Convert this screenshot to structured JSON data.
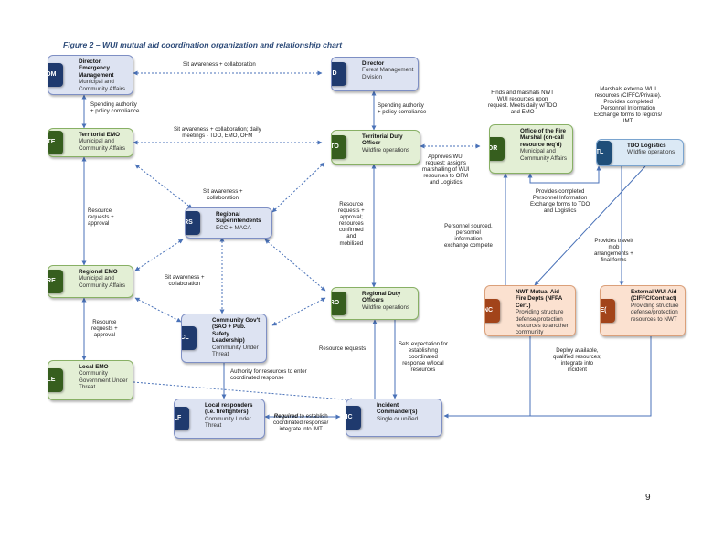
{
  "title": "Figure 2 – WUI mutual aid coordination organization and relationship chart",
  "page_number": "9",
  "colors": {
    "blue": "#1f3a6e",
    "green": "#365e1e",
    "sky": "#1f4e79",
    "peach": "#a2441a",
    "line": "#4a72b8"
  },
  "nodes": {
    "dm": {
      "code": "DM",
      "title": "Director, Emergency Management",
      "sub": "Municipal and Community Affairs"
    },
    "d": {
      "code": "D",
      "title": "Director",
      "sub": "Forest Management Division"
    },
    "te": {
      "code": "TE",
      "title": "Territorial EMO",
      "sub": "Municipal and Community Affairs"
    },
    "to": {
      "code": "TO",
      "title": "Territorial Duty Officer",
      "sub": "Wildfire operations"
    },
    "or": {
      "code": "OR",
      "title": "Office of the Fire Marshal (on-call resource req'd)",
      "sub": "Municipal and Community Affairs"
    },
    "tl": {
      "code": "TL",
      "title": "TDO Logistics",
      "sub": "Wildfire operations"
    },
    "rs": {
      "code": "RS",
      "title": "Regional Superintendents",
      "sub": "ECC + MACA"
    },
    "re": {
      "code": "RE",
      "title": "Regional EMO",
      "sub": "Municipal and Community Affairs"
    },
    "ro": {
      "code": "RO",
      "title": "Regional Duty Officers",
      "sub": "Wildfire operations"
    },
    "cl": {
      "code": "CL",
      "title": "Community Gov't (SAO + Pub. Safety Leadership)",
      "sub": "Community Under Threat"
    },
    "nc": {
      "code": "NC",
      "title": "NWT Mutual Aid Fire Depts (NFPA Cert.)",
      "sub": "Providing structure defense/protection resources to another community"
    },
    "ea": {
      "code": "E(",
      "title": "External WUI Aid (CIFFC/Contract)",
      "sub": "Providing structure defense/protection resources to NWT"
    },
    "le": {
      "code": "LE",
      "title": "Local EMO",
      "sub": "Community Government Under Threat"
    },
    "lf": {
      "code": "LF",
      "title": "Local responders (i.e. firefighters)",
      "sub": "Community Under Threat"
    },
    "ic": {
      "code": "IC",
      "title": "Incident Commander(s)",
      "sub": "Single or unified"
    }
  },
  "labels": {
    "dm_d": "Sit awareness + collaboration",
    "dm_te": [
      "Spending authority",
      "+ policy compliance"
    ],
    "d_to": [
      "Spending authority",
      "+ policy compliance"
    ],
    "te_to": [
      "Sit awareness + collaboration; daily",
      "meetings - TDO, EMO, OFM"
    ],
    "or_top": [
      "Finds and marshals NWT",
      "WUI resources upon",
      "request. Meets daily w/TDO",
      "and EMO"
    ],
    "tl_top": [
      "Marshals external WUI",
      "resources (CIFFC/Private).",
      "Provides completed",
      "Personnel Information",
      "Exchange forms to regions/",
      "IMT"
    ],
    "to_or": [
      "Approves WUI",
      "request; assigns",
      "marshalling of WUI",
      "resources to OFM",
      "and Logistics"
    ],
    "te_rs": [
      "Sit awareness +",
      "collaboration"
    ],
    "te_re": [
      "Resource",
      "requests +",
      "approval"
    ],
    "rs_to": [
      "Resource",
      "requests +",
      "approval;",
      "resources",
      "confirmed",
      "and",
      "mobilized"
    ],
    "or_tl": [
      "Provides completed",
      "Personnel Information",
      "Exchange forms to TDO",
      "and Logistics"
    ],
    "nc_or": [
      "Personnel sourced,",
      "personnel",
      "information",
      "exchange complete"
    ],
    "tl_nc": [
      "Provides travel/",
      "mob",
      "arrangements +",
      "final forms"
    ],
    "re_cl": [
      "Sit awareness +",
      "collaboration"
    ],
    "re_le": [
      "Resource",
      "requests +",
      "approval"
    ],
    "cl_ic": [
      "Authority for resources to enter",
      "coordinated response"
    ],
    "resource_requests": "Resource requests",
    "ro_ic": [
      "Sets expectation for",
      "establishing",
      "coordinated",
      "response w/local",
      "resources"
    ],
    "deploy": [
      "Deploy available,",
      "qualified resources;",
      "integrate into",
      "incident"
    ],
    "required_em": "Required",
    "required_rest": [
      "to establish",
      "coordinated response/",
      "integrate into IMT"
    ]
  }
}
